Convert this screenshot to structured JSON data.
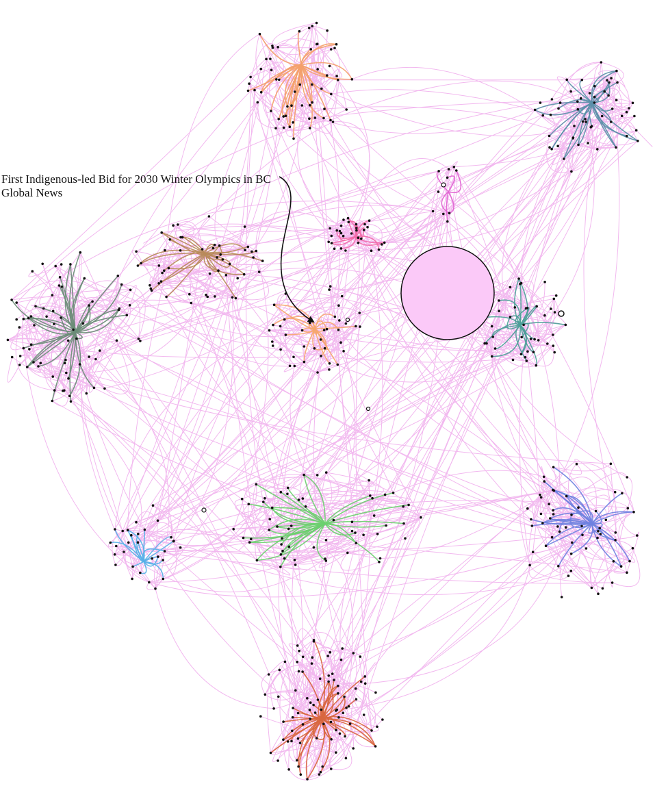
{
  "annotation": {
    "line1": "First Indigenous-led Bid for 2030 Winter Olympics in BC",
    "line2": "Global News"
  },
  "colors": {
    "background": "#ffffff",
    "base_edge": "#f2b8ef",
    "node_fill": "#111111",
    "big_node_fill": "#fbc9f8",
    "arrow": "#111111"
  },
  "clusters": [
    {
      "name": "top-orange-cluster",
      "color": "#f4a06a",
      "node_count": 60
    },
    {
      "name": "top-right-teal-cluster",
      "color": "#5b8fa8",
      "node_count": 55
    },
    {
      "name": "pink-magenta-cluster",
      "color": "#f26aa8",
      "node_count": 30
    },
    {
      "name": "small-magenta-cluster",
      "color": "#e060d0",
      "node_count": 10
    },
    {
      "name": "brown-cluster",
      "color": "#b88a5a",
      "node_count": 50
    },
    {
      "name": "left-gray-green-cluster",
      "color": "#6b8c78",
      "node_count": 70
    },
    {
      "name": "center-orange-cluster",
      "color": "#f6a66e",
      "node_count": 40
    },
    {
      "name": "right-teal-cluster",
      "color": "#4d9e98",
      "node_count": 45
    },
    {
      "name": "green-cluster",
      "color": "#6ccf6e",
      "node_count": 60
    },
    {
      "name": "blue-cluster",
      "color": "#56b0e8",
      "node_count": 30
    },
    {
      "name": "periwinkle-cluster",
      "color": "#6f82e0",
      "node_count": 60
    },
    {
      "name": "bottom-red-cluster",
      "color": "#d8663e",
      "node_count": 90
    }
  ]
}
